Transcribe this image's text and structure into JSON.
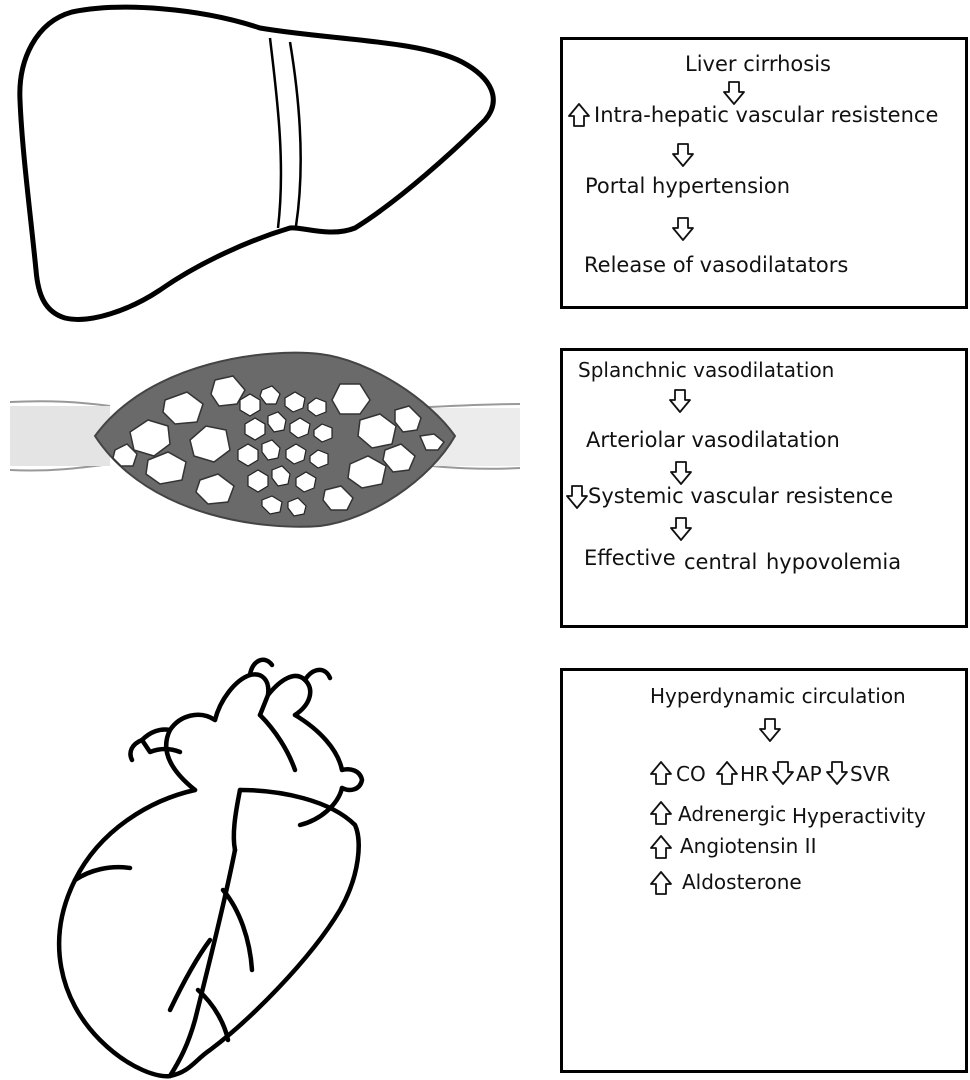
{
  "box1": {
    "line1": "Liver cirrhosis",
    "line2": "Intra-hepatic vascular resistence",
    "line3": "Portal hypertension",
    "line4": "Release of vasodilatators"
  },
  "box2": {
    "line1": "Splanchnic vasodilatation",
    "line2": "Arteriolar vasodilatation",
    "line3": "Systemic vascular resistence",
    "line4a": "Effective",
    "line4b": "central",
    "line4c": "hypovolemia"
  },
  "box3": {
    "line1": "Hyperdynamic circulation",
    "co": "CO",
    "hr": "HR",
    "ap": "AP",
    "svr": "SVR",
    "line3a": "Adrenergic",
    "line3b": "Hyperactivity",
    "line4": "Angiotensin II",
    "line5": "Aldosterone"
  }
}
